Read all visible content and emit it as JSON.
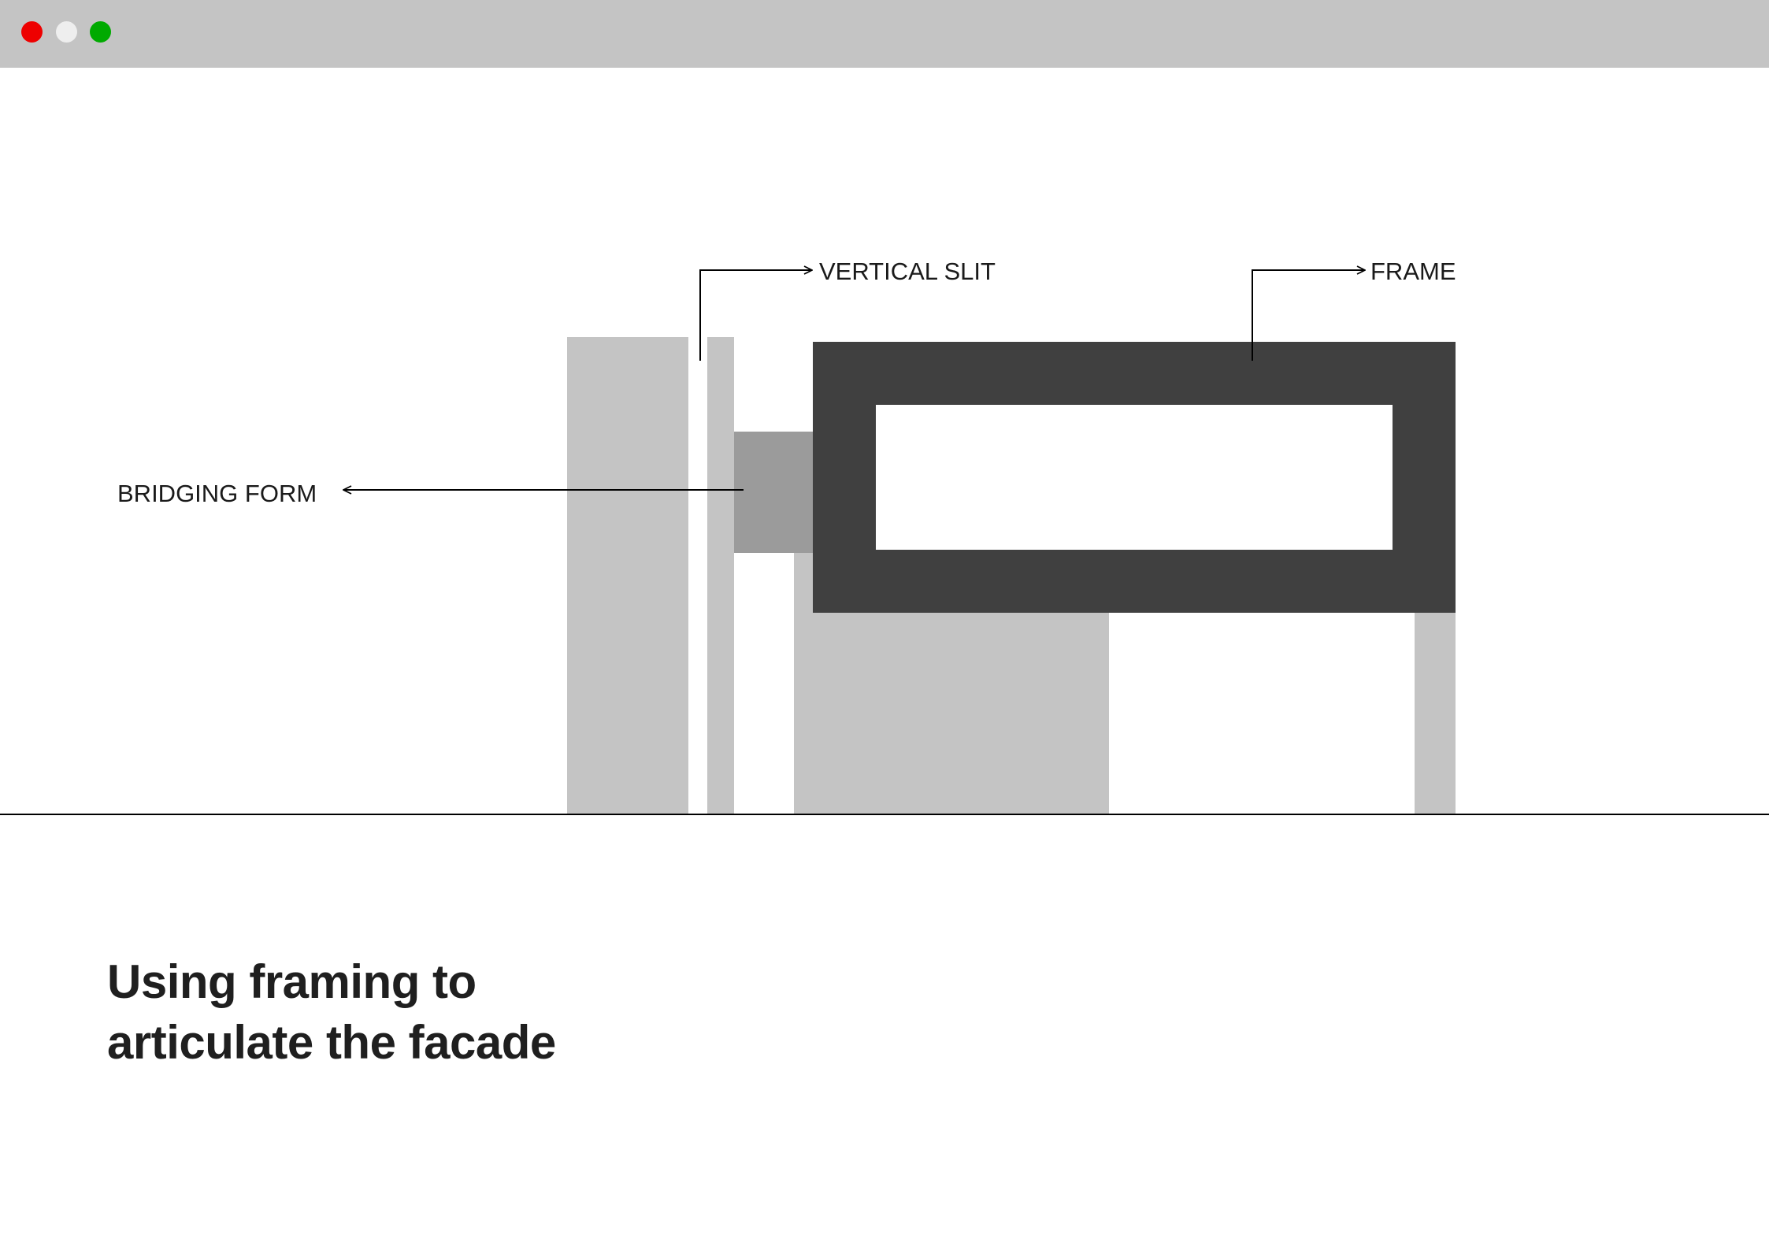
{
  "window": {
    "controls": [
      {
        "name": "close",
        "color": "#ee0000"
      },
      {
        "name": "minimize",
        "color": "#eeeeee"
      },
      {
        "name": "maximize",
        "color": "#00aa00"
      }
    ]
  },
  "diagram": {
    "labels": {
      "vertical_slit": "VERTICAL SLIT",
      "frame": "FRAME",
      "bridging_form": "BRIDGING FORM"
    },
    "colors": {
      "light_mass": "#c4c4c4",
      "bridging_form": "#9b9b9b",
      "frame": "#404040",
      "ground_line": "#000000",
      "leader_line": "#000000"
    }
  },
  "caption": {
    "line1": "Using framing to",
    "line2": "articulate the facade"
  }
}
